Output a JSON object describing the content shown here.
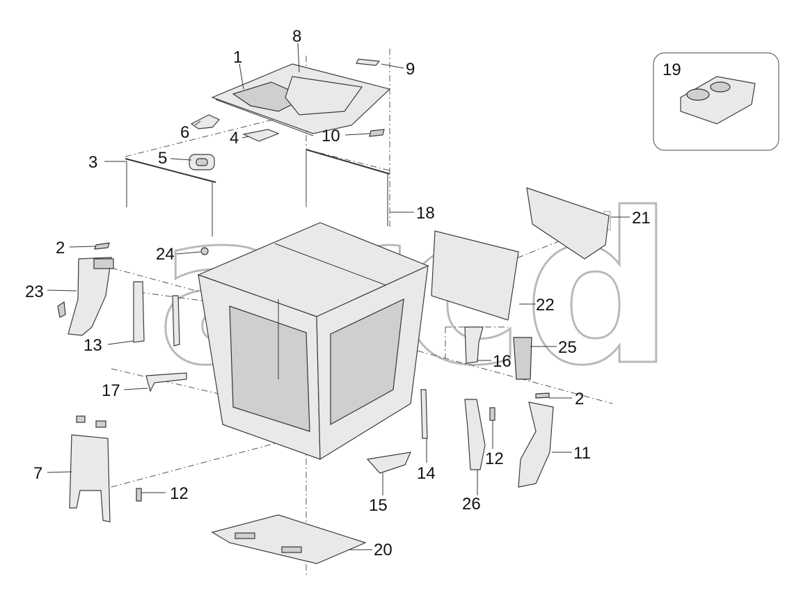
{
  "watermark": {
    "text": "arcd",
    "trademark": "TM",
    "color": "#b9b9b9"
  },
  "inset": {
    "label": "19"
  },
  "callouts": {
    "c1": "1",
    "c2a": "2",
    "c2b": "2",
    "c3": "3",
    "c4": "4",
    "c5": "5",
    "c6": "6",
    "c7": "7",
    "c8": "8",
    "c9": "9",
    "c10": "10",
    "c11": "11",
    "c12a": "12",
    "c12b": "12",
    "c13": "13",
    "c14": "14",
    "c15": "15",
    "c16": "16",
    "c17": "17",
    "c18": "18",
    "c20": "20",
    "c21": "21",
    "c22": "22",
    "c23": "23",
    "c24": "24",
    "c25": "25",
    "c26": "26"
  }
}
